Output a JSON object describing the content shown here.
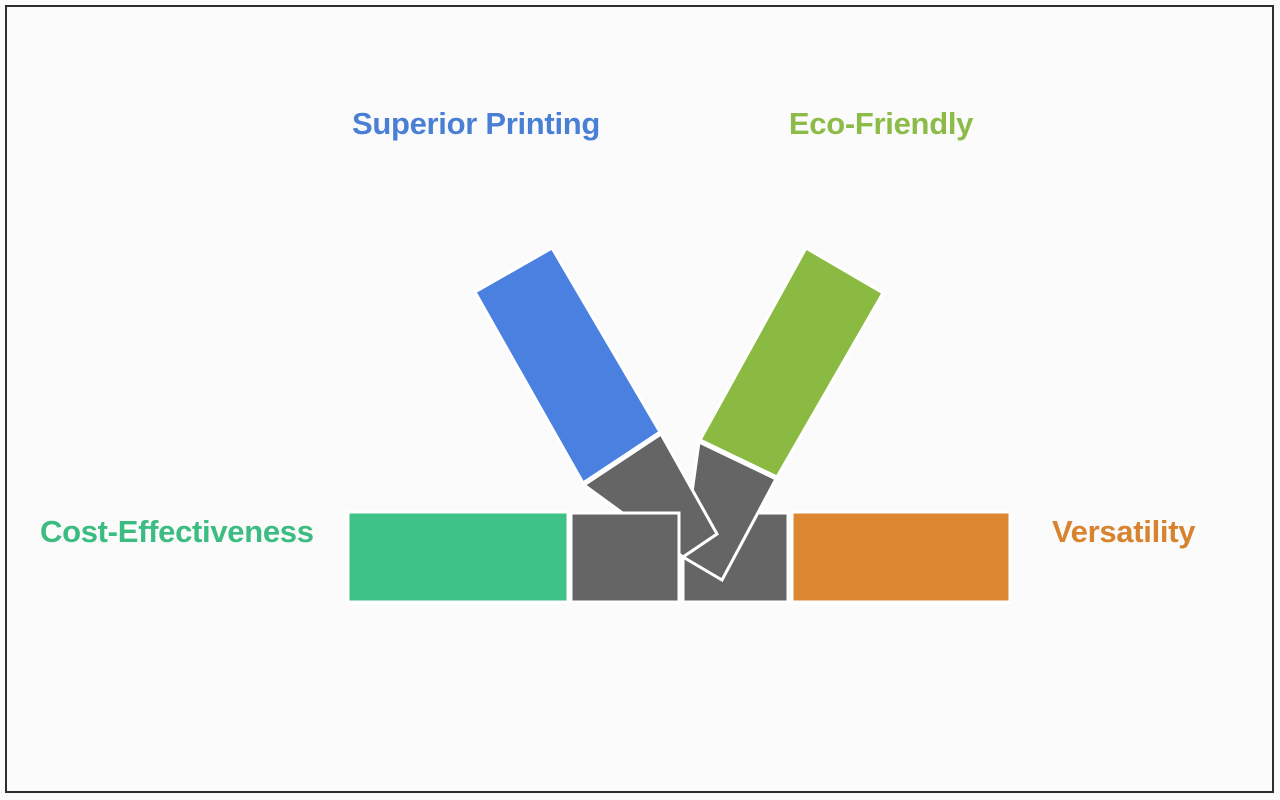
{
  "canvas": {
    "background": "#fbfbfb",
    "border_color": "#2e2e2e"
  },
  "diagram": {
    "type": "converging-marker-bars",
    "description": "Four marker-style bars with dark chisel tips converging toward a center point",
    "tip_color": "#656565",
    "outline_color": "#ffffff",
    "items": [
      {
        "id": "superior-printing",
        "label": "Superior Printing",
        "bar_color": "#4a80e0",
        "label_color": "#4a7fd6",
        "position": "top-left"
      },
      {
        "id": "eco-friendly",
        "label": "Eco-Friendly",
        "bar_color": "#8aba41",
        "label_color": "#8cbc47",
        "position": "top-right"
      },
      {
        "id": "cost-effectiveness",
        "label": "Cost-Effectiveness",
        "bar_color": "#3fc287",
        "label_color": "#3bbc80",
        "position": "left"
      },
      {
        "id": "versatility",
        "label": "Versatility",
        "bar_color": "#dd8733",
        "label_color": "#d8832e",
        "position": "right"
      }
    ]
  }
}
